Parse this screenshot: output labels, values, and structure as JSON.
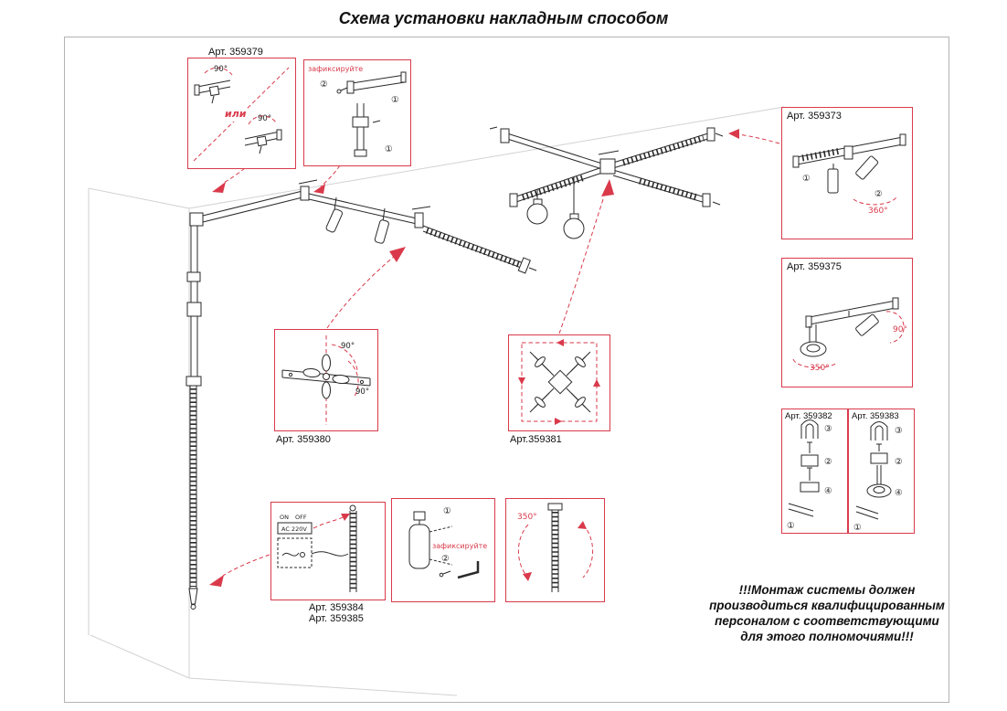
{
  "title": "Схема установки накладным способом",
  "articles": {
    "a359379": "Арт. 359379",
    "a359373": "Арт. 359373",
    "a359375": "Арт. 359375",
    "a359380": "Арт. 359380",
    "a359381": "Арт.359381",
    "a359382": "Арт. 359382",
    "a359383": "Арт. 359383",
    "a359384": "Арт. 359384",
    "a359385": "Арт. 359385"
  },
  "labels": {
    "fix": "зафиксируйте",
    "or": "или"
  },
  "angles": {
    "deg90": "90°",
    "deg350": "350°",
    "deg360": "360°"
  },
  "steps": {
    "s1": "①",
    "s2": "②",
    "s3": "③",
    "s4": "④"
  },
  "power": {
    "on": "ON",
    "off": "OFF",
    "voltage": "AC 220V"
  },
  "warning": {
    "line1": "!!!Монтаж системы должен",
    "line2": "производиться квалифицированным",
    "line3": "персоналом с соответствующими",
    "line4": "для этого полномочиями!!!"
  },
  "colors": {
    "accent_red": "#d93a4b",
    "line_black": "#2a2a2a",
    "frame_gray": "#b3b3b3"
  }
}
